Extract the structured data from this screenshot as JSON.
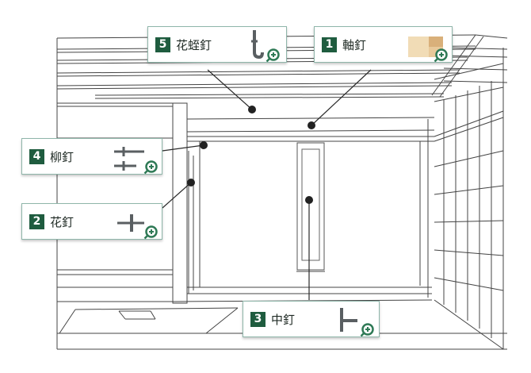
{
  "callouts": [
    {
      "number": "5",
      "label": "花蛭釘",
      "icon": "hook-nail-icon"
    },
    {
      "number": "1",
      "label": "軸釘",
      "icon": "wood-swatch-icon"
    },
    {
      "number": "4",
      "label": "柳釘",
      "icon": "willow-nail-icon"
    },
    {
      "number": "2",
      "label": "花釘",
      "icon": "flower-nail-icon"
    },
    {
      "number": "3",
      "label": "中釘",
      "icon": "middle-nail-icon"
    }
  ],
  "colors": {
    "badge": "#1f5c3f",
    "zoom": "#2f7a56",
    "border": "#8fb6aa",
    "line": "#333333"
  }
}
